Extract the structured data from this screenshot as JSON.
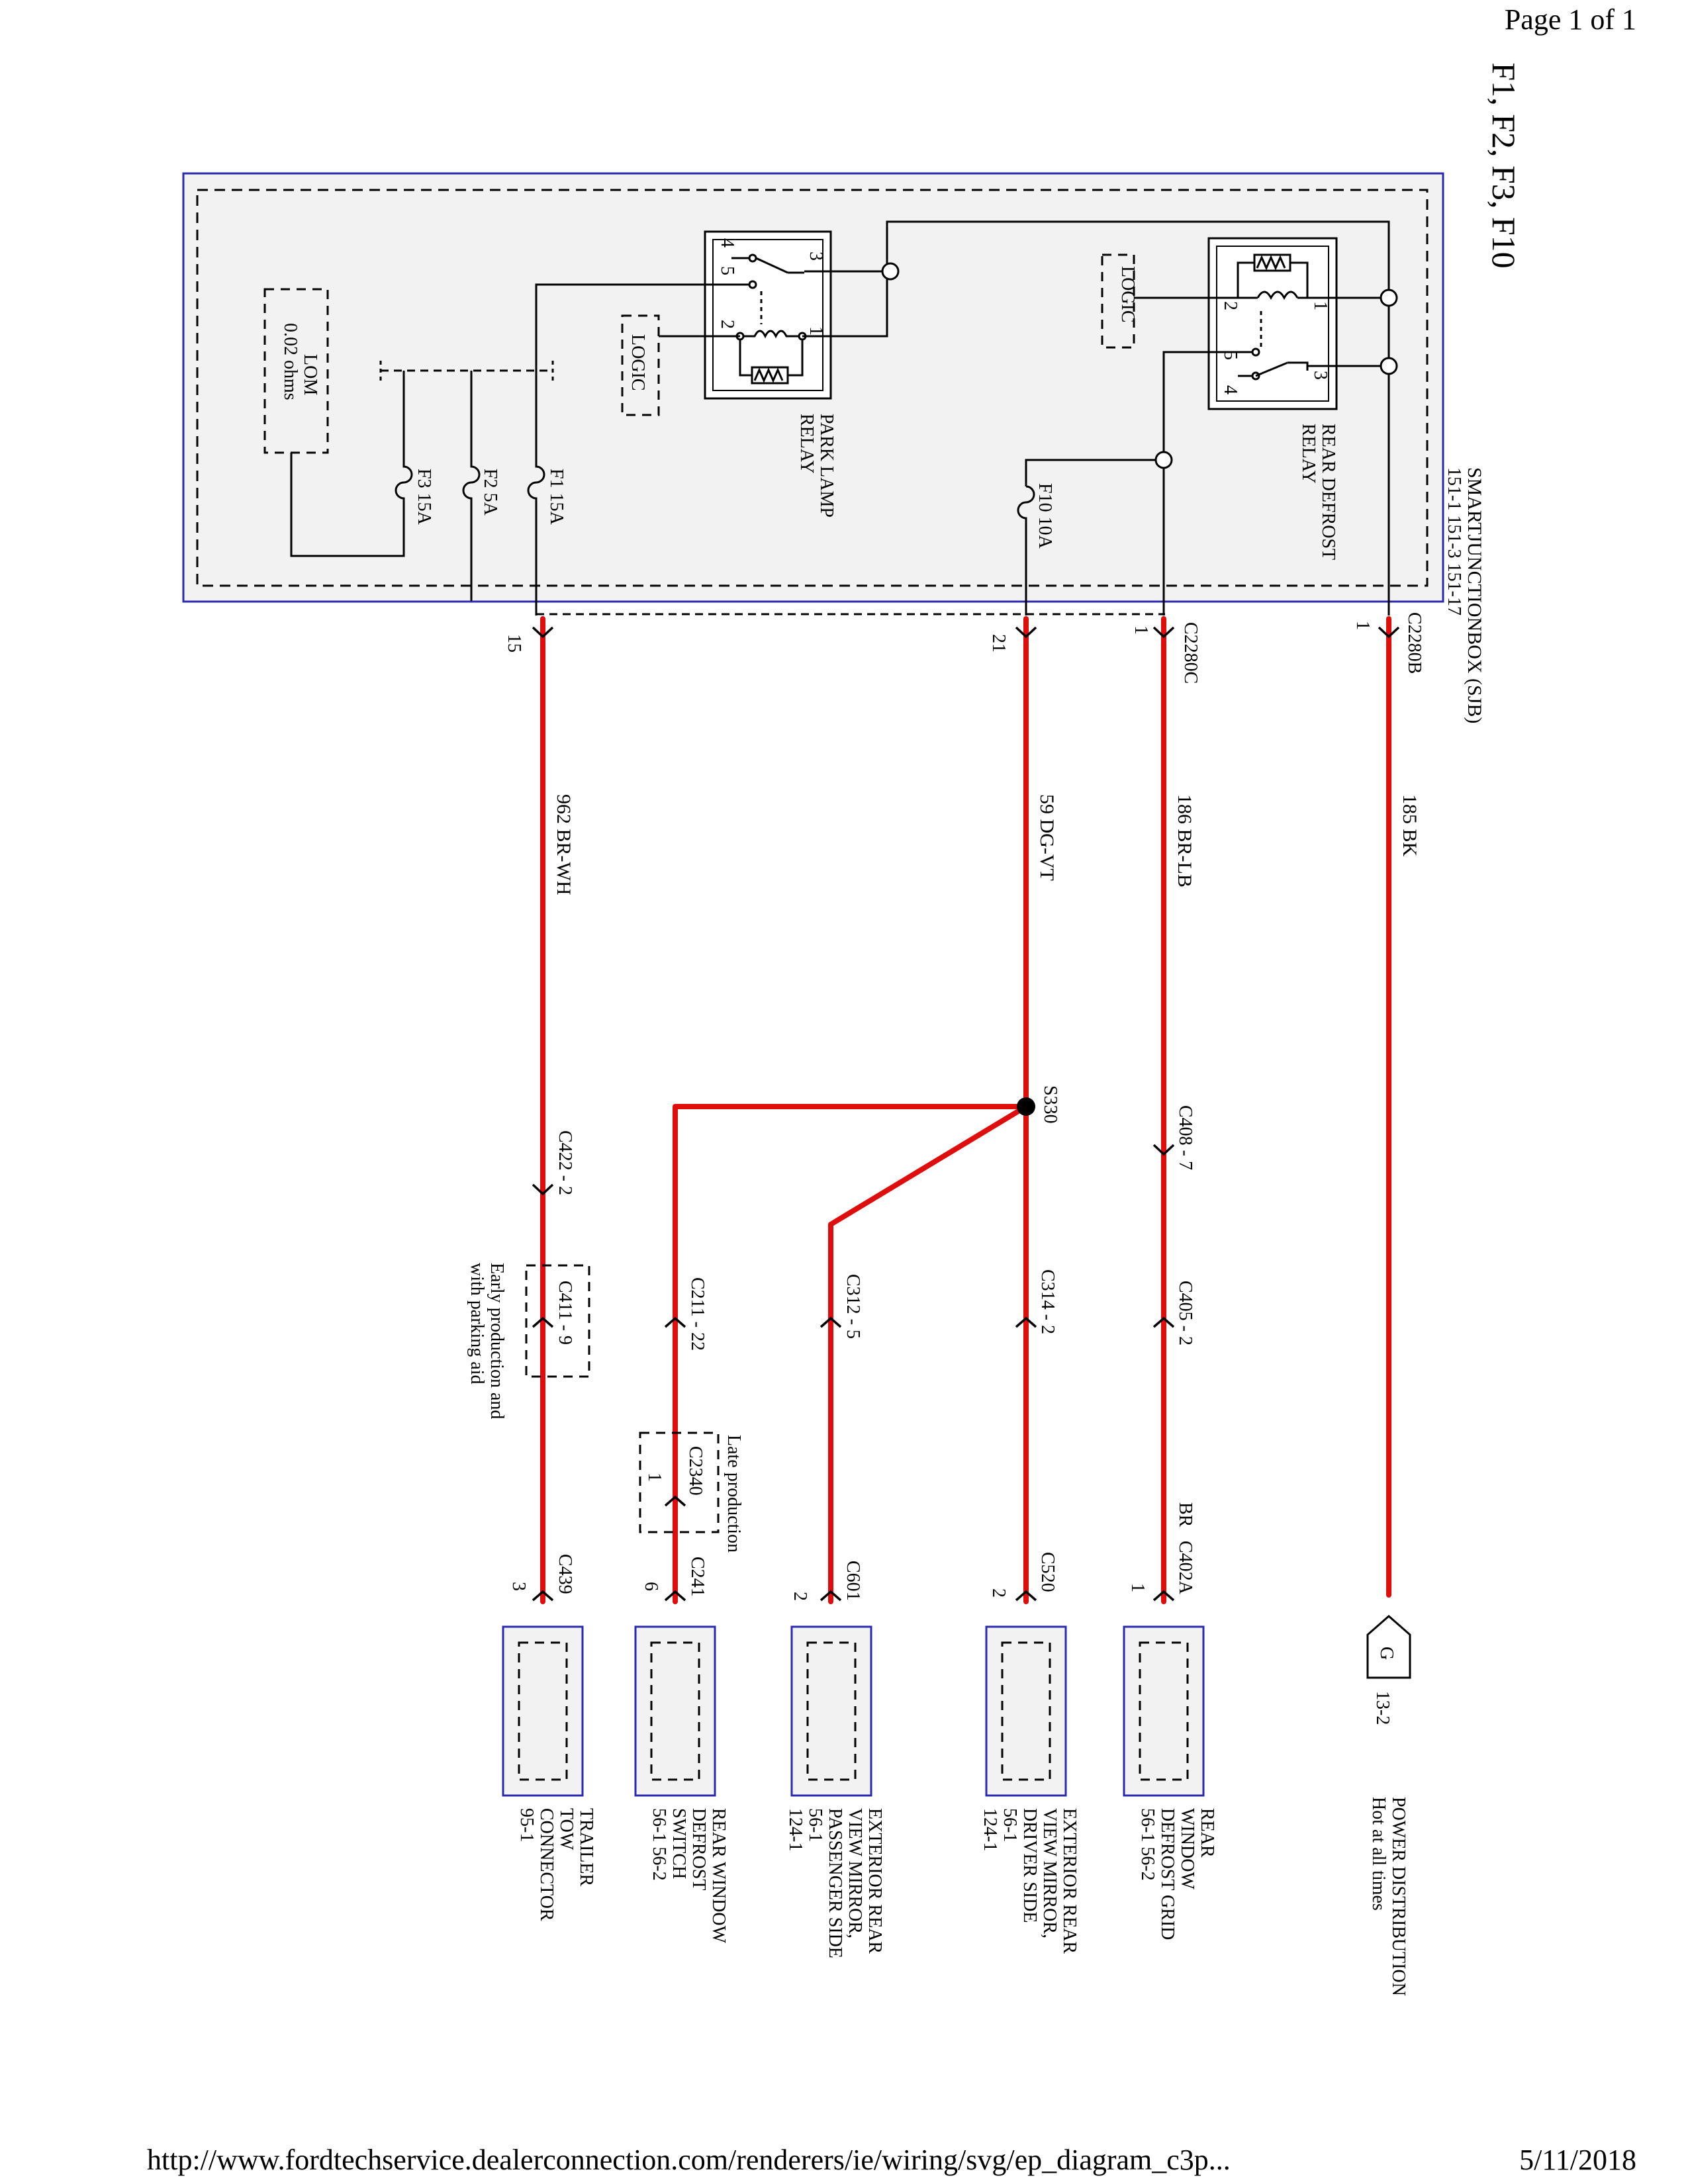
{
  "page": {
    "header": "Page 1 of 1",
    "footer_url": "http://www.fordtechservice.dealerconnection.com/renderers/ie/wiring/svg/ep_diagram_c3p...",
    "footer_date": "5/11/2018"
  },
  "diagram": {
    "title": "F1, F2, F3, F10",
    "sjb": {
      "name": "SMARTJUNCTIONBOX (SJB)",
      "refs": "151-1     151-3     151-17"
    },
    "relays": {
      "rear_defrost": {
        "line1": "REAR DEFROST",
        "line2": "RELAY",
        "logic": "LOGIC",
        "pins": [
          "1",
          "2",
          "3",
          "4",
          "5"
        ]
      },
      "park_lamp": {
        "line1": "PARK LAMP",
        "line2": "RELAY",
        "logic": "LOGIC",
        "pins": [
          "1",
          "2",
          "3",
          "4",
          "5"
        ]
      }
    },
    "lom": {
      "line1": "LOM",
      "line2": "0.02 ohms"
    },
    "fuses": {
      "f10": "F10   10A",
      "f1": "F1   15A",
      "f2": "F2   5A",
      "f3": "F3   15A"
    },
    "connectors": {
      "c2280b": "C2280B",
      "c2280b_pin": "1",
      "c2280c": "C2280C",
      "c2280c_pin1": "1",
      "c2280c_pin21": "21",
      "c2280c_pin15": "15",
      "c408": "C408 - 7",
      "c405": "C405 - 2",
      "c314": "C314 - 2",
      "c312": "C312 - 5",
      "c211": "C211 - 22",
      "c422": "C422 - 2",
      "c411": "C411 - 9",
      "c411_note1": "Early production and",
      "c411_note2": "with parking aid",
      "c2340": "C2340",
      "c2340_pin": "1",
      "c2340_note": "Late production",
      "c402a": "C402A",
      "c402a_color": "BR",
      "c402a_pin": "1",
      "c520": "C520",
      "c520_pin": "2",
      "c601": "C601",
      "c601_pin": "2",
      "c241": "C241",
      "c241_pin": "6",
      "c439": "C439",
      "c439_pin": "3"
    },
    "splice": "S330",
    "wires": {
      "w185": "185   BK",
      "w186": "186   BR-LB",
      "w59": "59   DG-VT",
      "w962": "962   BR-WH"
    },
    "ground": {
      "symbol": "G",
      "ref": "13-2",
      "line1": "POWER DISTRIBUTION",
      "line2": "Hot at all times"
    },
    "components": {
      "defrost_grid": [
        "REAR",
        "WINDOW",
        "DEFROST GRID",
        "56-1     56-2"
      ],
      "mirror_driver": [
        "EXTERIOR REAR",
        "VIEW MIRROR,",
        "DRIVER SIDE",
        "56-1",
        "124-1"
      ],
      "mirror_passenger": [
        "EXTERIOR REAR",
        "VIEW MIRROR,",
        "PASSENGER SIDE",
        "56-1",
        "124-1"
      ],
      "defrost_switch": [
        "REAR WINDOW",
        "DEFROST",
        "SWITCH",
        "56-1     56-2"
      ],
      "trailer_tow": [
        "TRAILER",
        "TOW",
        "CONNECTOR",
        "95-1"
      ]
    }
  }
}
